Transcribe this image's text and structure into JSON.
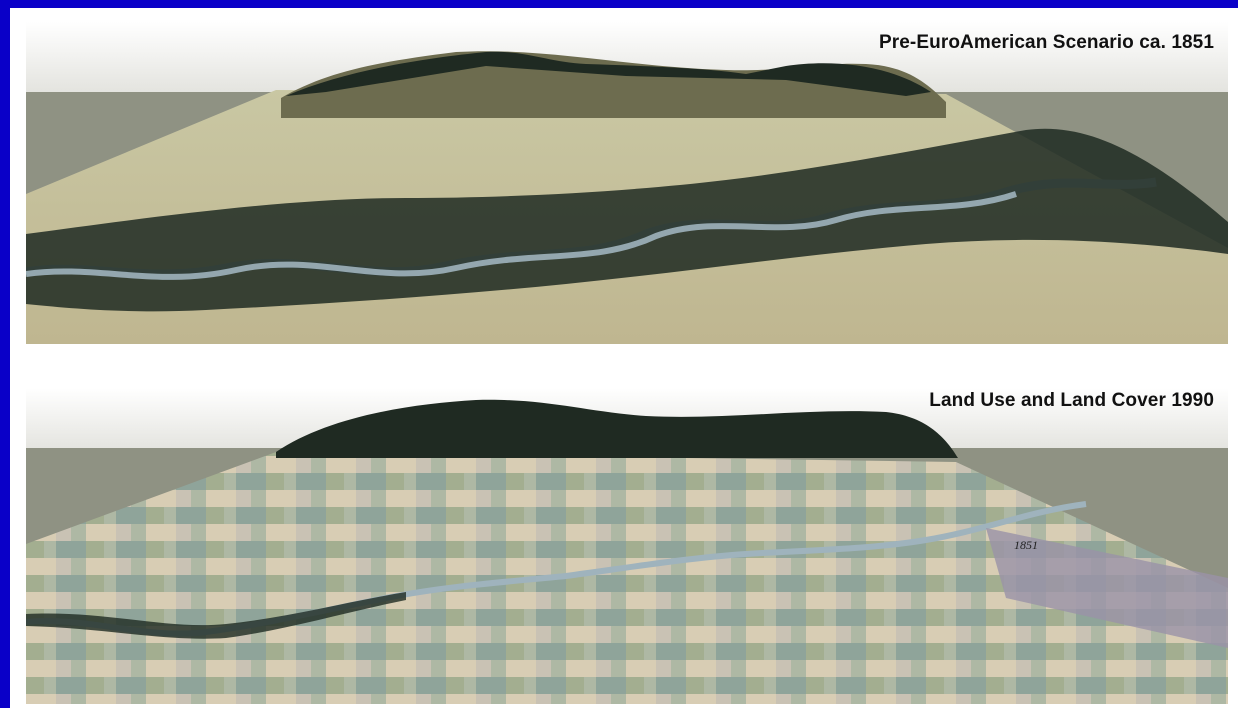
{
  "panels": [
    {
      "title": "Pre-EuroAmerican Scenario ca. 1851",
      "scene": "forested-river-floodplain-with-mountain"
    },
    {
      "title": "Land Use and Land Cover 1990",
      "scene": "agricultural-fields-with-river-and-city",
      "place_label": "1851"
    }
  ],
  "colors": {
    "border": "#0a00c8",
    "sky_top": "#e6e6e4",
    "ground_plane": "#9a9c8c",
    "terrain": "#c8c49a",
    "forest": "#1e2a22",
    "river": "#9fb3bd"
  }
}
